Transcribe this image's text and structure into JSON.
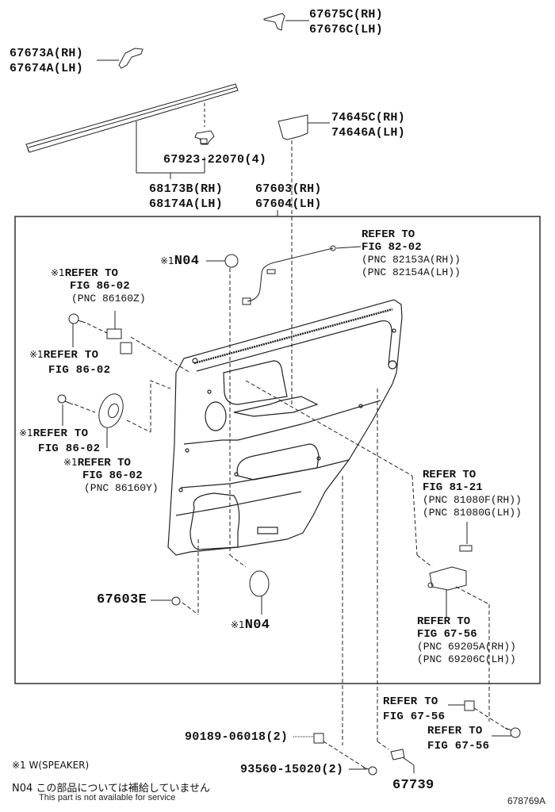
{
  "diagram": {
    "figure_id": "678769A",
    "callouts": {
      "c67675": {
        "lines": [
          "67675C(RH)",
          "67676C(LH)"
        ]
      },
      "c67673": {
        "lines": [
          "67673A(RH)",
          "67674A(LH)"
        ]
      },
      "c74645": {
        "lines": [
          "74645C(RH)",
          "74646A(LH)"
        ]
      },
      "c67923": {
        "lines": [
          "67923-22070(4)"
        ]
      },
      "c68173": {
        "lines": [
          "68173B(RH)",
          "68174A(LH)"
        ]
      },
      "c67603": {
        "lines": [
          "67603(RH)",
          "67604(LH)"
        ]
      },
      "c82_02": {
        "lines": [
          "REFER TO",
          "FIG 82-02",
          "(PNC 82153A(RH))",
          "(PNC 82154A(LH))"
        ]
      },
      "n04_top": {
        "mark": "※1",
        "code": "N04"
      },
      "c86_02z": {
        "mark": "※1",
        "lines": [
          "REFER TO",
          "FIG 86-02",
          "(PNC 86160Z)"
        ]
      },
      "c86_02a": {
        "mark": "※1",
        "lines": [
          "REFER TO",
          "FIG 86-02"
        ]
      },
      "c86_02b": {
        "mark": "※1",
        "lines": [
          "REFER TO",
          "FIG 86-02"
        ]
      },
      "c86_02y": {
        "mark": "※1",
        "lines": [
          "REFER TO",
          "FIG 86-02",
          "(PNC 86160Y)"
        ]
      },
      "c81_21": {
        "lines": [
          "REFER TO",
          "FIG 81-21",
          "(PNC 81080F(RH))",
          "(PNC 81080G(LH))"
        ]
      },
      "c67_56a": {
        "lines": [
          "REFER TO",
          "FIG 67-56",
          "(PNC 69205A(RH))",
          "(PNC 69206C(LH))"
        ]
      },
      "c67603e": {
        "lines": [
          "67603E"
        ]
      },
      "n04_bottom": {
        "mark": "※1",
        "code": "N04"
      },
      "c67_56b": {
        "lines": [
          "REFER TO",
          "FIG 67-56"
        ]
      },
      "c67_56c": {
        "lines": [
          "REFER TO",
          "FIG 67-56"
        ]
      },
      "c90189": {
        "lines": [
          "90189-06018(2)"
        ]
      },
      "c93560": {
        "lines": [
          "93560-15020(2)"
        ]
      },
      "c67739": {
        "lines": [
          "67739"
        ]
      }
    },
    "legend": {
      "mark_note": "※1 W(SPEAKER)",
      "n04_jp": "N04 この部品については補給していません",
      "n04_en": "This part is not available for service"
    }
  }
}
